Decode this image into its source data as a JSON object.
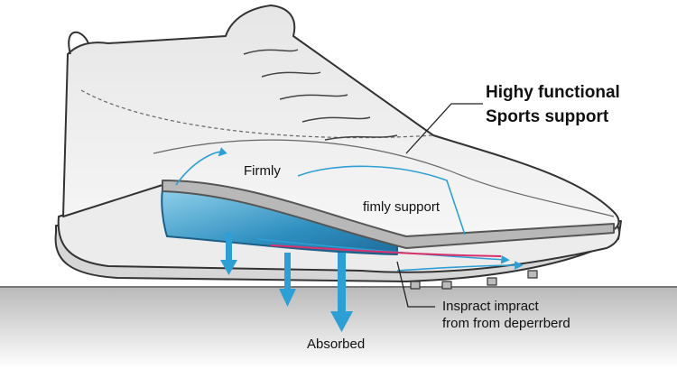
{
  "title_callout": {
    "line1": "Highy functional",
    "line2": "Sports support"
  },
  "labels": {
    "firmly": "Firmly",
    "firmly_support": "fimly support",
    "absorbed": "Absorbed",
    "impact_line1": "Inspract impract",
    "impact_line2": "from from deperrberd"
  },
  "colors": {
    "cushion": "#3aa3cf",
    "arrow": "#2e9fd4",
    "accent_line": "#d9306b",
    "ground": "#9a9a9a"
  }
}
